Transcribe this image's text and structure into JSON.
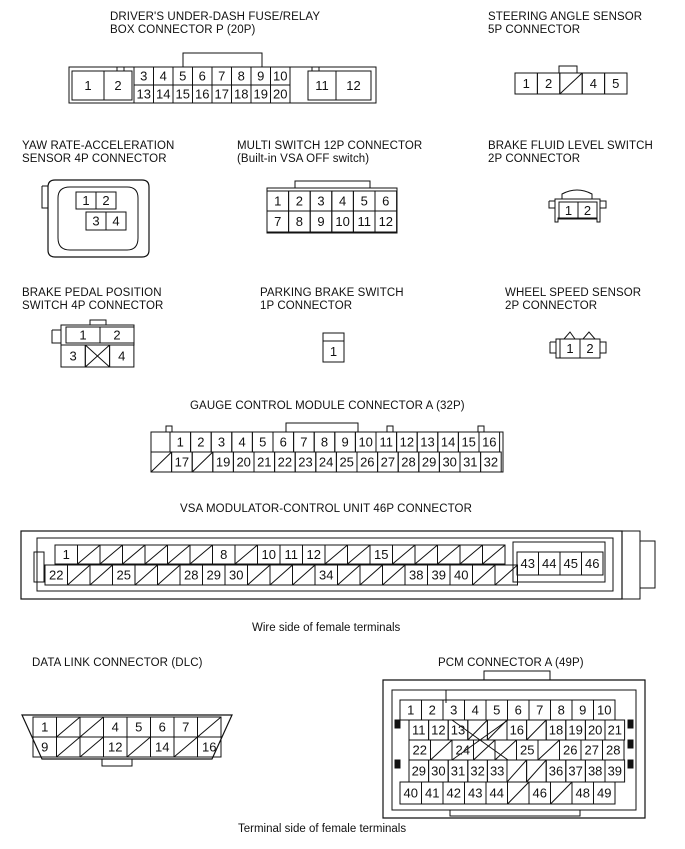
{
  "labels": {
    "fuse_line1": "DRIVER'S UNDER-DASH FUSE/RELAY",
    "fuse_line2": "BOX CONNECTOR P (20P)",
    "steer_line1": "STEERING ANGLE SENSOR",
    "steer_line2": "5P CONNECTOR",
    "yaw_line1": "YAW RATE-ACCELERATION",
    "yaw_line2": "SENSOR 4P CONNECTOR",
    "multi_line1": "MULTI SWITCH 12P CONNECTOR",
    "multi_line2": "(Built-in VSA OFF switch)",
    "brakefluid_line1": "BRAKE FLUID LEVEL SWITCH",
    "brakefluid_line2": "2P CONNECTOR",
    "brakepedal_line1": "BRAKE PEDAL POSITION",
    "brakepedal_line2": "SWITCH 4P CONNECTOR",
    "parking_line1": "PARKING BRAKE SWITCH",
    "parking_line2": "1P CONNECTOR",
    "wheel_line1": "WHEEL SPEED SENSOR",
    "wheel_line2": "2P CONNECTOR",
    "gauge": "GAUGE CONTROL MODULE CONNECTOR A (32P)",
    "vsa": "VSA MODULATOR-CONTROL UNIT 46P CONNECTOR",
    "wire_side": "Wire side of female terminals",
    "dlc": "DATA LINK CONNECTOR (DLC)",
    "pcm": "PCM CONNECTOR A (49P)",
    "terminal_side": "Terminal side of female terminals"
  },
  "fuse": {
    "left": [
      "1",
      "2"
    ],
    "top": [
      "3",
      "4",
      "5",
      "6",
      "7",
      "8",
      "9",
      "10"
    ],
    "bottom": [
      "13",
      "14",
      "15",
      "16",
      "17",
      "18",
      "19",
      "20"
    ],
    "right": [
      "11",
      "12"
    ]
  },
  "steer": [
    "1",
    "2",
    "",
    "4",
    "5"
  ],
  "yaw": [
    "1",
    "2",
    "3",
    "4"
  ],
  "multi": {
    "top": [
      "1",
      "2",
      "3",
      "4",
      "5",
      "6"
    ],
    "bottom": [
      "7",
      "8",
      "9",
      "10",
      "11",
      "12"
    ]
  },
  "brakefluid": [
    "1",
    "2"
  ],
  "brakepedal": {
    "top": [
      "1",
      "2"
    ],
    "bottom": [
      "3",
      "",
      "4"
    ]
  },
  "parking": [
    "1"
  ],
  "wheel": [
    "1",
    "2"
  ],
  "gauge": {
    "top": [
      "1",
      "2",
      "3",
      "4",
      "5",
      "6",
      "7",
      "8",
      "9",
      "10",
      "11",
      "12",
      "13",
      "14",
      "15",
      "16"
    ],
    "bottom": [
      "",
      "17",
      "",
      "19",
      "20",
      "21",
      "22",
      "23",
      "24",
      "25",
      "26",
      "27",
      "28",
      "29",
      "30",
      "31",
      "32"
    ]
  },
  "vsa": {
    "top": [
      "1",
      "",
      "",
      "",
      "",
      "",
      "",
      "8",
      "",
      "10",
      "11",
      "12",
      "",
      "",
      "15",
      "",
      "",
      "",
      "",
      ""
    ],
    "bottom": [
      "22",
      "",
      "",
      "25",
      "",
      "",
      "28",
      "29",
      "30",
      "",
      "",
      "",
      "34",
      "",
      "",
      "",
      "38",
      "39",
      "40",
      "",
      ""
    ],
    "right": [
      "43",
      "44",
      "45",
      "46"
    ]
  },
  "dlc": {
    "top": [
      "1",
      "",
      "",
      "4",
      "5",
      "6",
      "7",
      ""
    ],
    "bottom": [
      "9",
      "",
      "",
      "12",
      "",
      "14",
      "",
      "16"
    ]
  },
  "pcm": {
    "r1": [
      "1",
      "2",
      "3",
      "4",
      "5",
      "6",
      "7",
      "8",
      "9",
      "10"
    ],
    "r2": [
      "11",
      "12",
      "13",
      "",
      "",
      "16",
      "",
      "18",
      "19",
      "20",
      "21"
    ],
    "r3": [
      "22",
      "",
      "24",
      "",
      "",
      "25",
      "",
      "26",
      "27",
      "28"
    ],
    "r4": [
      "29",
      "30",
      "31",
      "32",
      "33",
      "",
      "",
      "36",
      "37",
      "38",
      "39"
    ],
    "r5": [
      "40",
      "41",
      "42",
      "43",
      "44",
      "",
      "46",
      "",
      "48",
      "49"
    ]
  }
}
